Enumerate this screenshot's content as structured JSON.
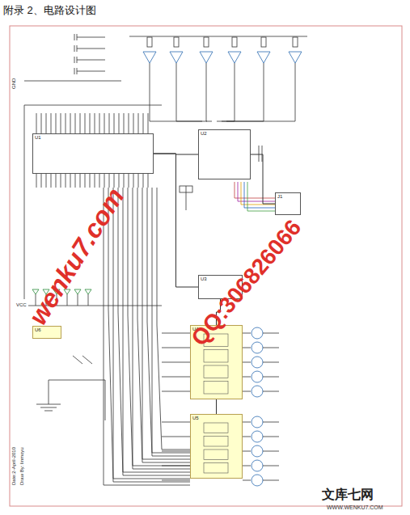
{
  "diagram": {
    "title": "附录 2、电路设计图",
    "nodes": [
      {
        "text": [
          "U1"
        ]
      },
      {
        "text": [
          "U2"
        ]
      },
      {
        "text": [
          "J1"
        ]
      },
      {
        "text": [
          "U3"
        ]
      },
      {
        "text": [
          "U4"
        ]
      },
      {
        "text": [
          "U5"
        ]
      },
      {
        "text": [
          "U6"
        ]
      }
    ],
    "edges": [
      {
        "from": 0,
        "to": 1,
        "arrow": "none"
      },
      {
        "from": 1,
        "to": 2,
        "arrow": "none"
      },
      {
        "from": 0,
        "to": 3,
        "arrow": "none"
      },
      {
        "from": 3,
        "to": 4,
        "arrow": "none"
      },
      {
        "from": 4,
        "to": 5,
        "arrow": "none"
      }
    ],
    "labels": [
      "wenku7.com",
      "QQ:306826066",
      "文库七网",
      "WWW.WENKU7.COM",
      "GND",
      "VCC",
      "Date:2-April-2010",
      "Draw By: linmoyu"
    ]
  }
}
